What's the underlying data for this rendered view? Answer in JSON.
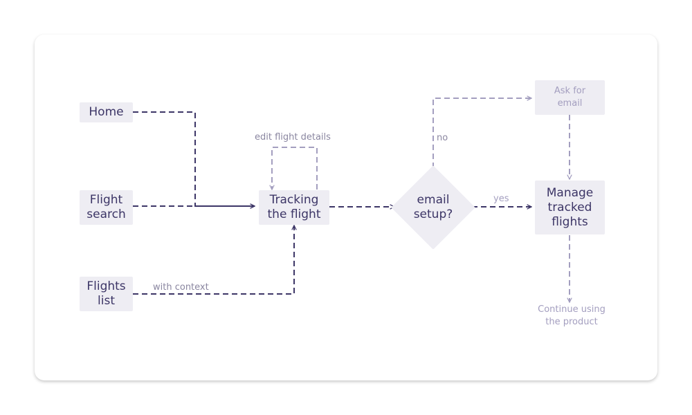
{
  "nodes": {
    "home": "Home",
    "flight_search": "Flight\nsearch",
    "flights_list": "Flights\nlist",
    "tracking": "Tracking\nthe flight",
    "decision": "email\nsetup?",
    "ask_email": "Ask for\nemail",
    "manage": "Manage\ntracked\nflights",
    "continue": "Continue using\nthe product"
  },
  "edges": {
    "edit_loop": "edit flight details",
    "with_context": "with context",
    "no": "no",
    "yes": "yes"
  },
  "colors": {
    "primary": "#3c3566",
    "faded": "#a39ebf",
    "node_fill": "#eeedf3"
  }
}
